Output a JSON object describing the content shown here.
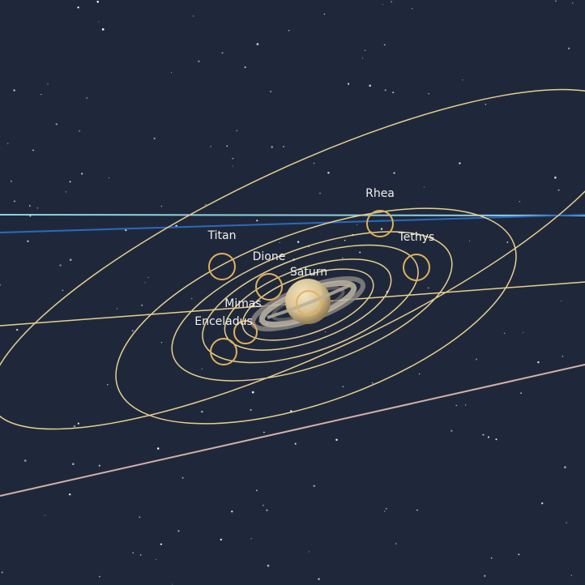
{
  "colors": {
    "background": "#1f283b",
    "star": "#ffffff",
    "orbit": "#e8cf8c",
    "marker": "#e3b15a",
    "label": "#f2f0ea",
    "planet_body": "#d9c9a0",
    "ring": "#a8a196",
    "line_cyan": "#8fd0e0",
    "line_blue": "#2a6ac0",
    "line_pink": "#d6b0a8"
  },
  "bodies": {
    "saturn": "Saturn",
    "mimas": "Mimas",
    "enceladus": "Enceladus",
    "tethys": "Tethys",
    "dione": "Dione",
    "rhea": "Rhea",
    "titan": "Titan"
  }
}
